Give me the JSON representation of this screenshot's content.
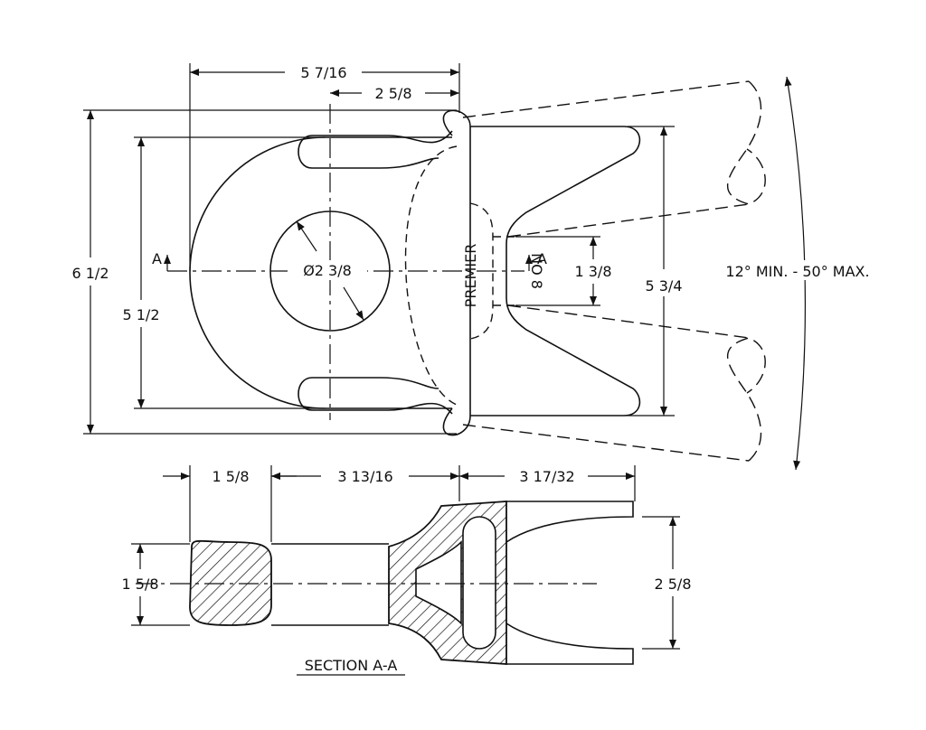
{
  "dimensions": {
    "top_width": "5 7/16",
    "top_offset": "2 5/8",
    "outer_height": "6 1/2",
    "inner_height": "5 1/2",
    "hole_diameter": "Ø2 3/8",
    "gap": "1 3/8",
    "prong_span": "5 3/4",
    "angle": "12° MIN. - 50° MAX.",
    "sec_left": "1 5/8",
    "sec_mid": "3 13/16",
    "sec_right": "3 17/32",
    "sec_height": "1 5/8",
    "sec_prong": "2 5/8"
  },
  "marks": {
    "brand": "PREMIER",
    "number": "NO 8",
    "section_mark": "A",
    "section_title": "SECTION A-A"
  },
  "colors": {
    "ink": "#111111",
    "background": "#ffffff"
  }
}
